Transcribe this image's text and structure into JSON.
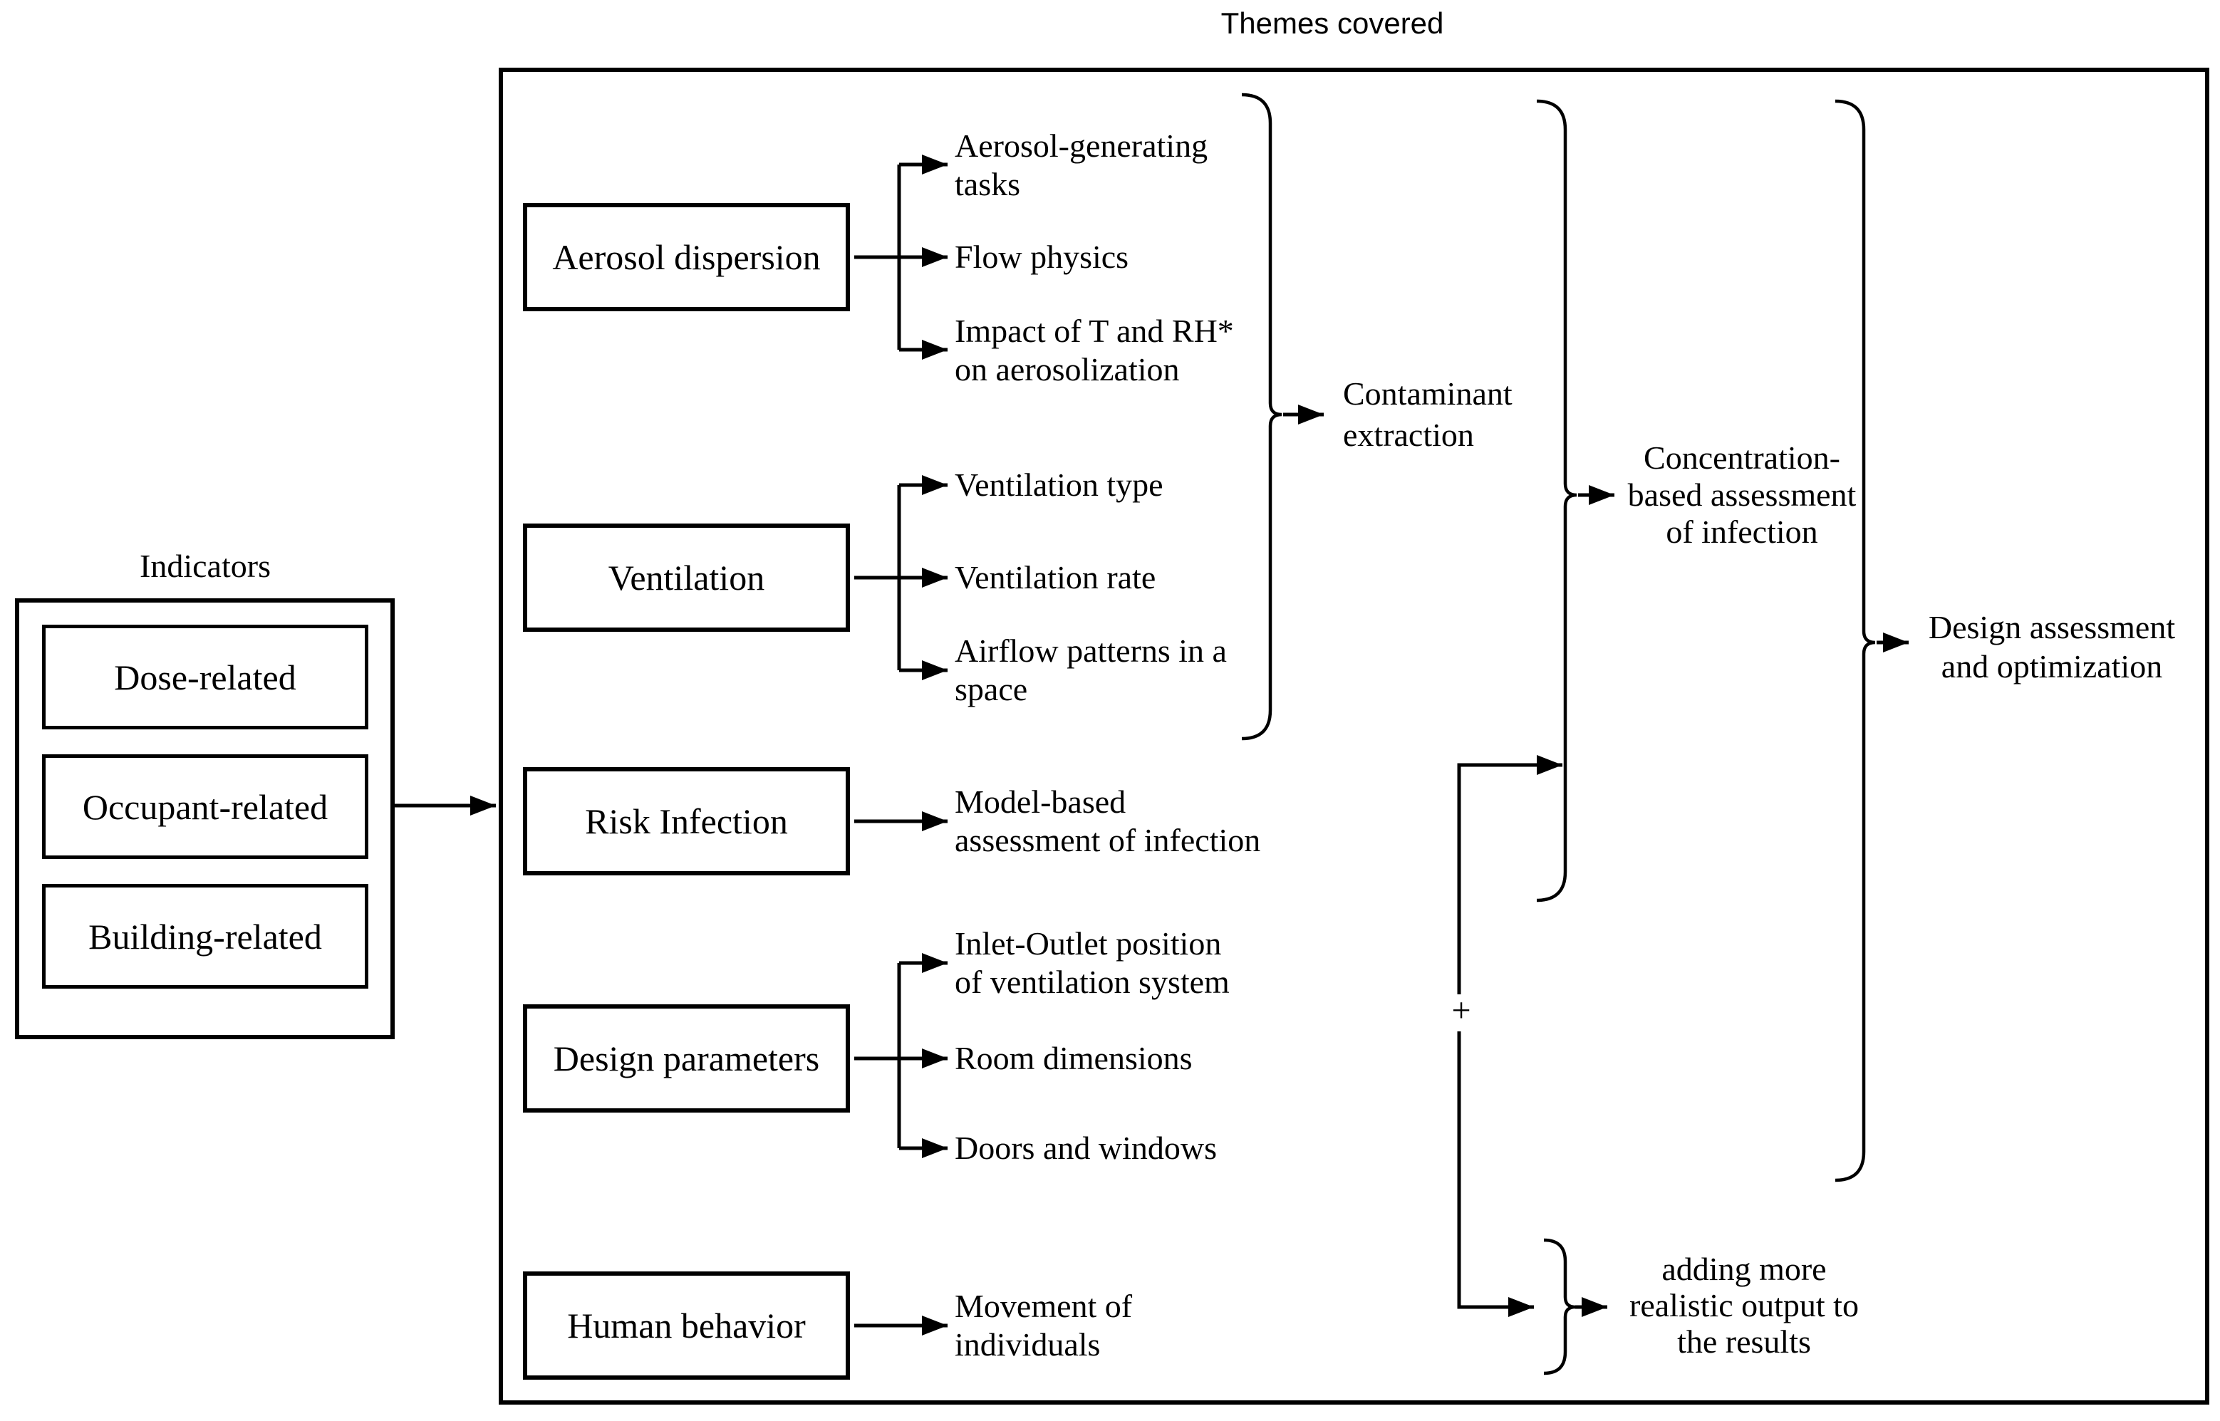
{
  "title": "Themes covered",
  "indicators": {
    "heading": "Indicators",
    "items": [
      {
        "label": "Dose-related"
      },
      {
        "label": "Occupant-related"
      },
      {
        "label": "Building-related"
      }
    ]
  },
  "themes": [
    {
      "name": "Aerosol dispersion",
      "children": [
        "Aerosol-generating\ntasks",
        "Flow physics",
        "Impact of T and RH*\non aerosolization"
      ]
    },
    {
      "name": "Ventilation",
      "children": [
        "Ventilation type",
        "Ventilation rate",
        "Airflow patterns in a\nspace"
      ]
    },
    {
      "name": "Risk Infection",
      "children": [
        "Model-based\nassessment of infection"
      ]
    },
    {
      "name": "Design parameters",
      "children": [
        "Inlet-Outlet position\nof ventilation system",
        "Room dimensions",
        "Doors and windows"
      ]
    },
    {
      "name": "Human behavior",
      "children": [
        "Movement of\nindividuals"
      ]
    }
  ],
  "outcomes": {
    "contaminant_extraction": "Contaminant\nextraction",
    "concentration_assessment": "Concentration-\nbased assessment\nof infection",
    "plus_sign": "+",
    "realistic_output": "adding more\nrealistic output to\nthe results",
    "design_assessment": "Design assessment\nand optimization"
  },
  "colors": {
    "ink": "#000000",
    "background": "#ffffff"
  }
}
